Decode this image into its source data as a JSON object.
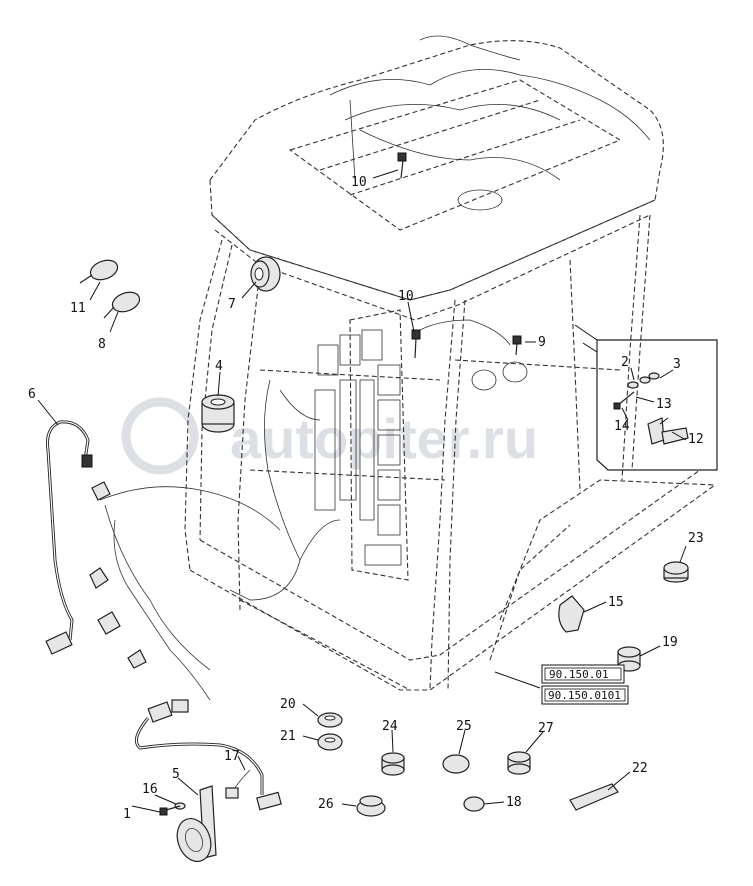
{
  "diagram": {
    "callouts": [
      "1",
      "2",
      "3",
      "4",
      "5",
      "6",
      "7",
      "8",
      "9",
      "10",
      "10",
      "11",
      "12",
      "13",
      "14",
      "15",
      "16",
      "17",
      "18",
      "19",
      "20",
      "21",
      "22",
      "23",
      "24",
      "25",
      "26",
      "27"
    ],
    "references": [
      "90.150.01",
      "90.150.0101"
    ],
    "watermark": "autopiter.ru"
  },
  "colors": {
    "line": "#222222",
    "background": "#ffffff",
    "watermark": "#d9dde3"
  }
}
